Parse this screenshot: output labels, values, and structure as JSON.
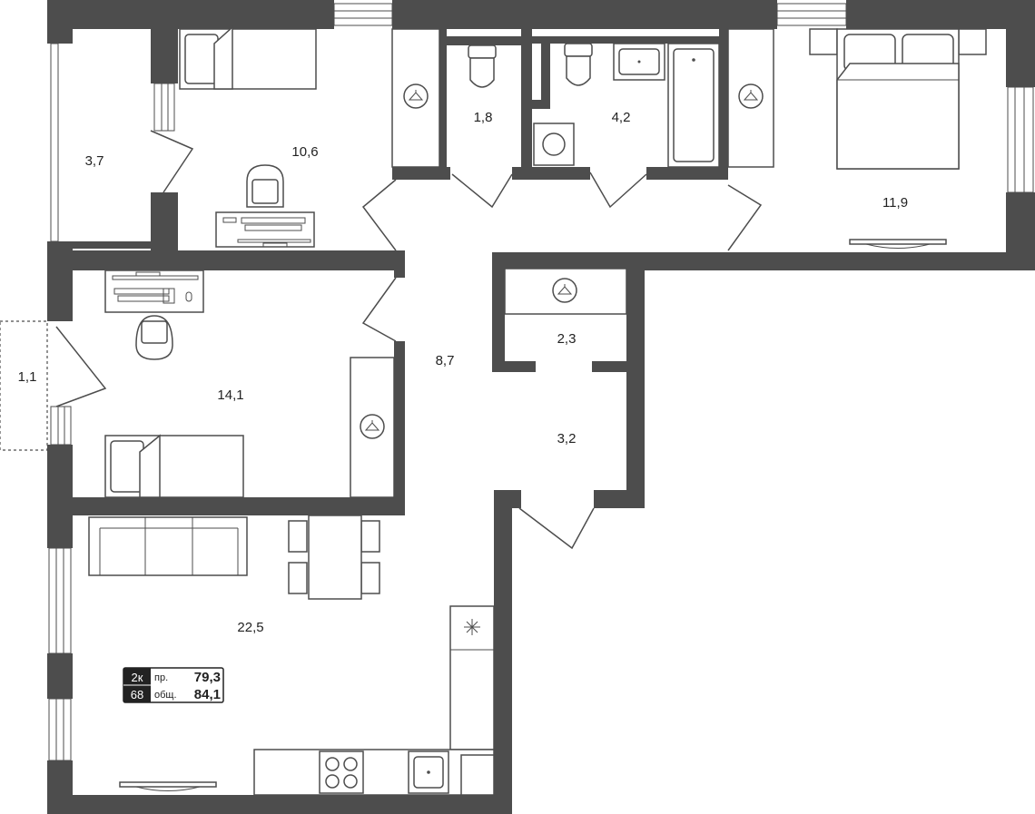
{
  "rooms": {
    "loggia_bedroom": "3,7",
    "bedroom_small": "10,6",
    "wc": "1,8",
    "bathroom": "4,2",
    "bedroom_master": "11,9",
    "balcony": "1,1",
    "bedroom_left": "14,1",
    "hall": "8,7",
    "closet": "2,3",
    "entrance": "3,2",
    "kitchen_living": "22,5"
  },
  "badge": {
    "rooms": "2к",
    "number": "68",
    "living_label": "пр.",
    "living_value": "79,3",
    "total_label": "общ.",
    "total_value": "84,1"
  },
  "icons": [
    "hanger-icon",
    "stove-icon",
    "sink-icon",
    "toilet-icon",
    "bathtub-icon",
    "washing-machine-icon",
    "snowflake-icon"
  ]
}
